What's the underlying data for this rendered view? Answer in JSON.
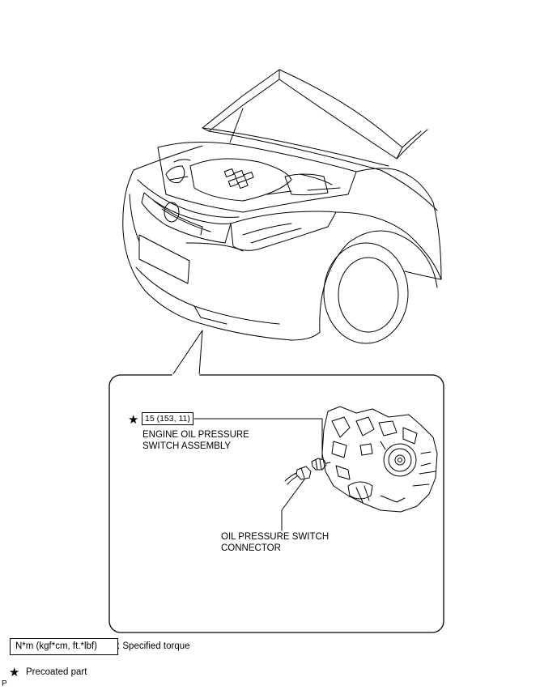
{
  "callout": {
    "torque_value": "15 (153, 11)",
    "part_line1": "ENGINE OIL PRESSURE",
    "part_line2": "SWITCH ASSEMBLY",
    "connector_line1": "OIL PRESSURE SWITCH",
    "connector_line2": "CONNECTOR"
  },
  "legend": {
    "torque_unit": "N*m (kgf*cm, ft.*lbf)",
    "torque_desc": ": Specified torque",
    "star_symbol": "★",
    "precoat_desc": "Precoated part"
  },
  "figure_code": "P",
  "icons": {
    "star": "star-icon"
  }
}
